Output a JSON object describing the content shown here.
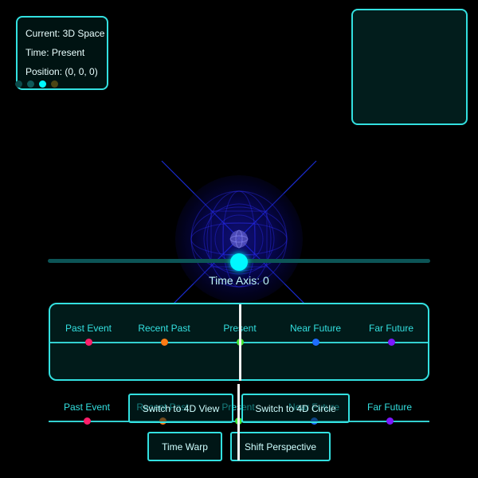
{
  "info": {
    "current": "Current: 3D Space",
    "time": "Time: Present",
    "position": "Position: (0, 0, 0)",
    "dots": [
      {
        "color": "#0b4b4b",
        "active": false
      },
      {
        "color": "#0f5a5a",
        "active": false
      },
      {
        "color": "#00f8ff",
        "active": true
      },
      {
        "color": "#4b4513",
        "active": false
      }
    ]
  },
  "scene": {
    "time_axis_label": "Time Axis: 0",
    "time_axis_value": 0
  },
  "timeline": {
    "events": [
      {
        "label": "Past Event",
        "color": "#ff1e6a"
      },
      {
        "label": "Recent Past",
        "color": "#ff7b14"
      },
      {
        "label": "Present",
        "color": "#46e536"
      },
      {
        "label": "Near Future",
        "color": "#1e6cff"
      },
      {
        "label": "Far Future",
        "color": "#7b18ff"
      }
    ]
  },
  "controls": {
    "switch_4d_view": "Switch to 4D View",
    "switch_4d_circle": "Switch to 4D Circle",
    "time_warp": "Time Warp",
    "shift_perspective": "Shift Perspective"
  },
  "colors": {
    "accent": "#33e0e0",
    "handle": "#00f8ff",
    "background": "#000000"
  }
}
